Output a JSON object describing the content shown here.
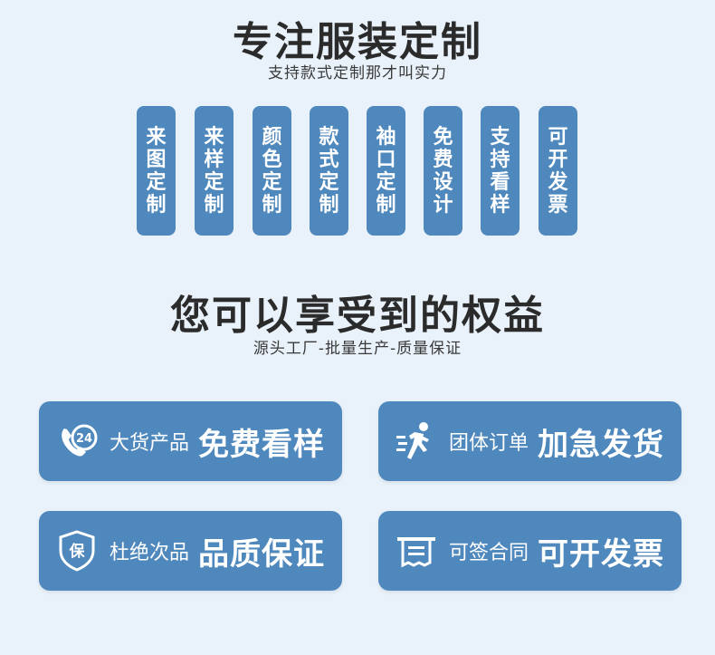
{
  "section1": {
    "title": "专注服装定制",
    "subtitle": "支持款式定制那才叫实力",
    "items": [
      "来图定制",
      "来样定制",
      "颜色定制",
      "款式定制",
      "袖口定制",
      "免费设计",
      "支持看样",
      "可开发票"
    ]
  },
  "section2": {
    "title": "您可以享受到的权益",
    "subtitle": "源头工厂-批量生产-质量保证",
    "cards": [
      {
        "icon": "phone-24-icon",
        "icon_text": "24",
        "small": "大货产品",
        "big": "免费看样"
      },
      {
        "icon": "running-person-icon",
        "small": "团体订单",
        "big": "加急发货"
      },
      {
        "icon": "shield-icon",
        "icon_text": "保",
        "small": "杜绝次品",
        "big": "品质保证"
      },
      {
        "icon": "invoice-icon",
        "small": "可签合同",
        "big": "可开发票"
      }
    ]
  },
  "colors": {
    "background": "#e9f2fa",
    "accent": "#4f88bd",
    "text": "#2b2b2b"
  }
}
